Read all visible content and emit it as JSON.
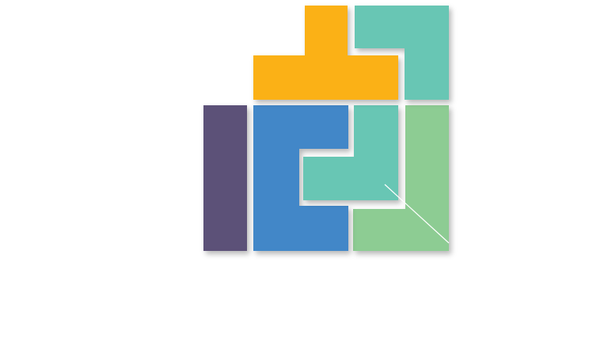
{
  "diagram": {
    "pieces": [
      {
        "id": "purple-bar",
        "color": "#5C5178"
      },
      {
        "id": "blue-c",
        "color": "#4387C8"
      },
      {
        "id": "orange-t",
        "color": "#FBB117"
      },
      {
        "id": "teal-top-l",
        "color": "#67C6B4"
      },
      {
        "id": "teal-mid-l",
        "color": "#67C6B4"
      },
      {
        "id": "green-l",
        "color": "#8DCC93"
      }
    ],
    "connector_color": "#FFFFFF"
  }
}
